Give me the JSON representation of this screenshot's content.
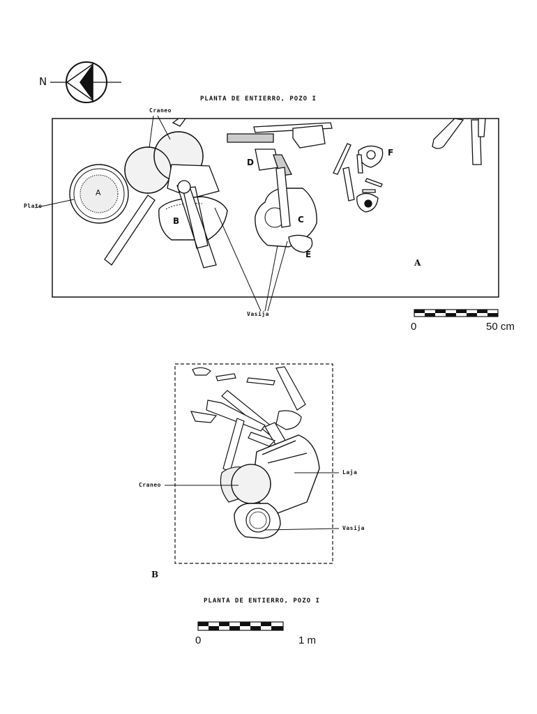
{
  "north": {
    "label": "N"
  },
  "figure_a": {
    "title": "PLANTA DE ENTIERRO, POZO I",
    "labels": {
      "cranea": "Craneo",
      "plato": "Plato",
      "vasija": "Vasija",
      "a": "A",
      "b": "B",
      "c": "C",
      "d": "D",
      "e": "E",
      "f": "F"
    },
    "panel": "A",
    "scale": {
      "start": "0",
      "end": "50 cm"
    }
  },
  "figure_b": {
    "labels": {
      "craneo": "Craneo",
      "laja": "Laja",
      "vasija": "Vasija"
    },
    "panel": "B",
    "title": "PLANTA DE ENTIERRO, POZO I",
    "scale": {
      "start": "0",
      "end": "1 m"
    }
  }
}
